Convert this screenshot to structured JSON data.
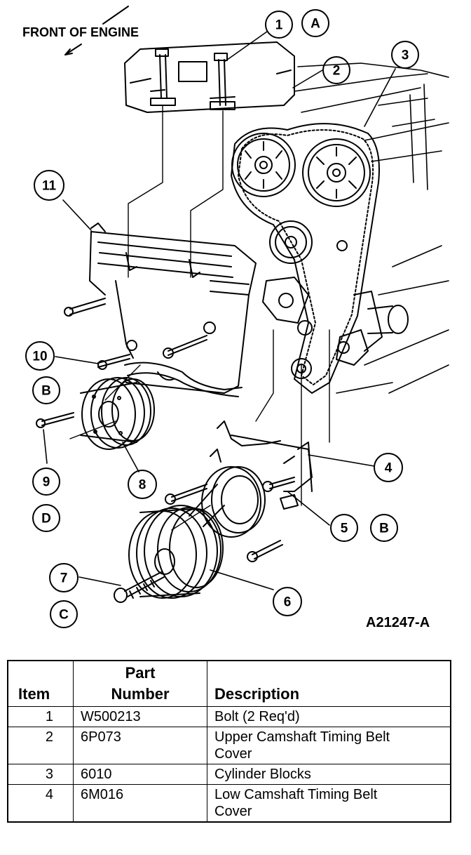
{
  "diagram": {
    "front_label": "FRONT OF ENGINE",
    "figure_id": "A21247-A",
    "callouts": {
      "n1": "1",
      "A": "A",
      "n2": "2",
      "n3": "3",
      "n11": "11",
      "n10": "10",
      "B1": "B",
      "n9": "9",
      "D": "D",
      "n8": "8",
      "n4": "4",
      "n5": "5",
      "B2": "B",
      "n7": "7",
      "C": "C",
      "n6": "6"
    }
  },
  "table": {
    "headers": {
      "item": "Item",
      "part_line1": "Part",
      "part_line2": "Number",
      "description": "Description"
    },
    "rows": [
      {
        "item": "1",
        "part": "W500213",
        "desc1": "Bolt (2 Req'd)",
        "desc2": ""
      },
      {
        "item": "2",
        "part": "6P073",
        "desc1": "Upper Camshaft Timing Belt",
        "desc2": "Cover"
      },
      {
        "item": "3",
        "part": "6010",
        "desc1": "Cylinder Blocks",
        "desc2": ""
      },
      {
        "item": "4",
        "part": "6M016",
        "desc1": "Low Camshaft Timing Belt",
        "desc2": "Cover"
      }
    ]
  }
}
